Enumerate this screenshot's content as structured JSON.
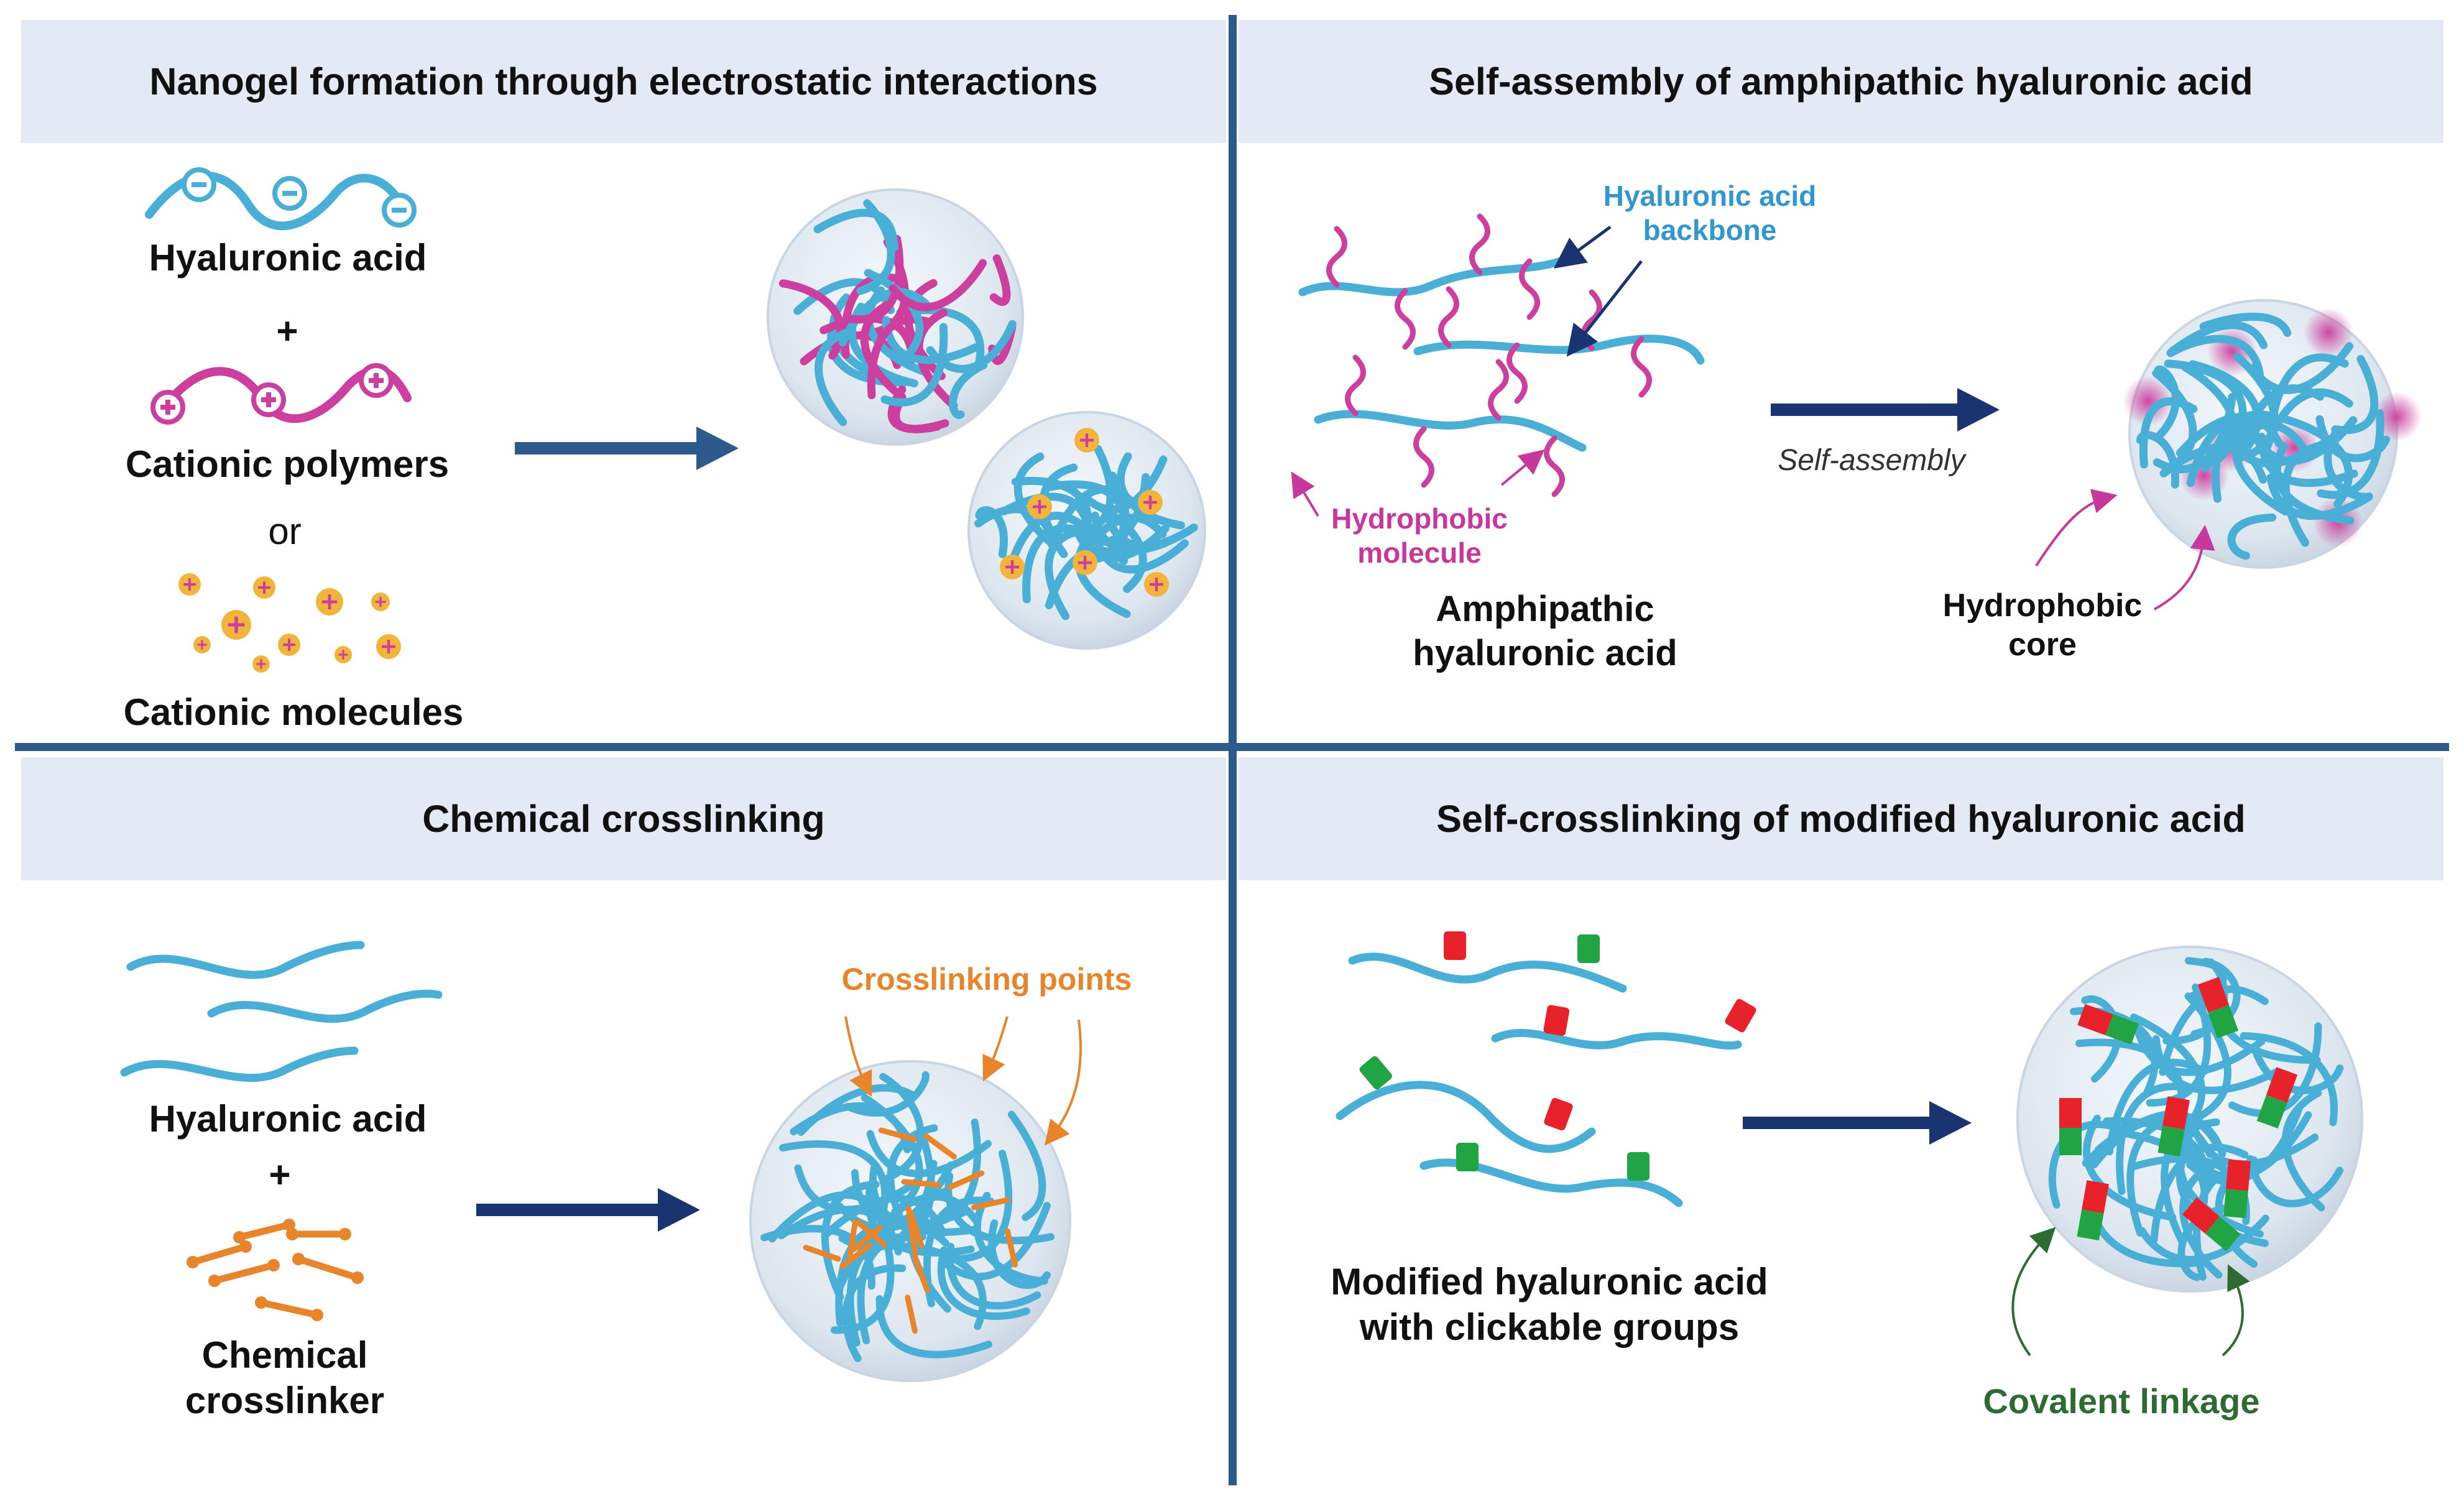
{
  "colors": {
    "hyaluronic_acid": "#4aafd6",
    "cationic_polymer": "#cc3f9e",
    "cationic_molecule": "#f2b53c",
    "crosslinker": "#e8852b",
    "click_group_red": "#e8222a",
    "click_group_green": "#21a444",
    "arrow": "#1a3472",
    "divider": "#2c5a8c",
    "header_bg": "#e4e9f6",
    "covalent_label": "#2e6b33",
    "hydrophobic_label": "#c8379a",
    "backbone_label": "#3296cf"
  },
  "panels": {
    "electrostatic": {
      "title": "Nanogel formation through electrostatic interactions",
      "hyaluronic_acid": "Hyaluronic acid",
      "plus": "+",
      "cationic_polymers": "Cationic polymers",
      "or": "or",
      "cationic_molecules": "Cationic molecules"
    },
    "self_assembly": {
      "title": "Self-assembly of amphipathic hyaluronic acid",
      "backbone_line1": "Hyaluronic acid",
      "backbone_line2": "backbone",
      "hydrophobic_line1": "Hydrophobic",
      "hydrophobic_line2": "molecule",
      "amphipathic_line1": "Amphipathic",
      "amphipathic_line2": "hyaluronic acid",
      "process": "Self-assembly",
      "core_line1": "Hydrophobic",
      "core_line2": "core"
    },
    "chemical": {
      "title": "Chemical crosslinking",
      "crosslinking_points": "Crosslinking points",
      "hyaluronic_acid": "Hyaluronic acid",
      "plus": "+",
      "crosslinker_line1": "Chemical",
      "crosslinker_line2": "crosslinker"
    },
    "self_crosslinking": {
      "title": "Self-crosslinking of modified hyaluronic acid",
      "modified_line1": "Modified hyaluronic acid",
      "modified_line2": "with clickable groups",
      "covalent": "Covalent linkage"
    }
  }
}
